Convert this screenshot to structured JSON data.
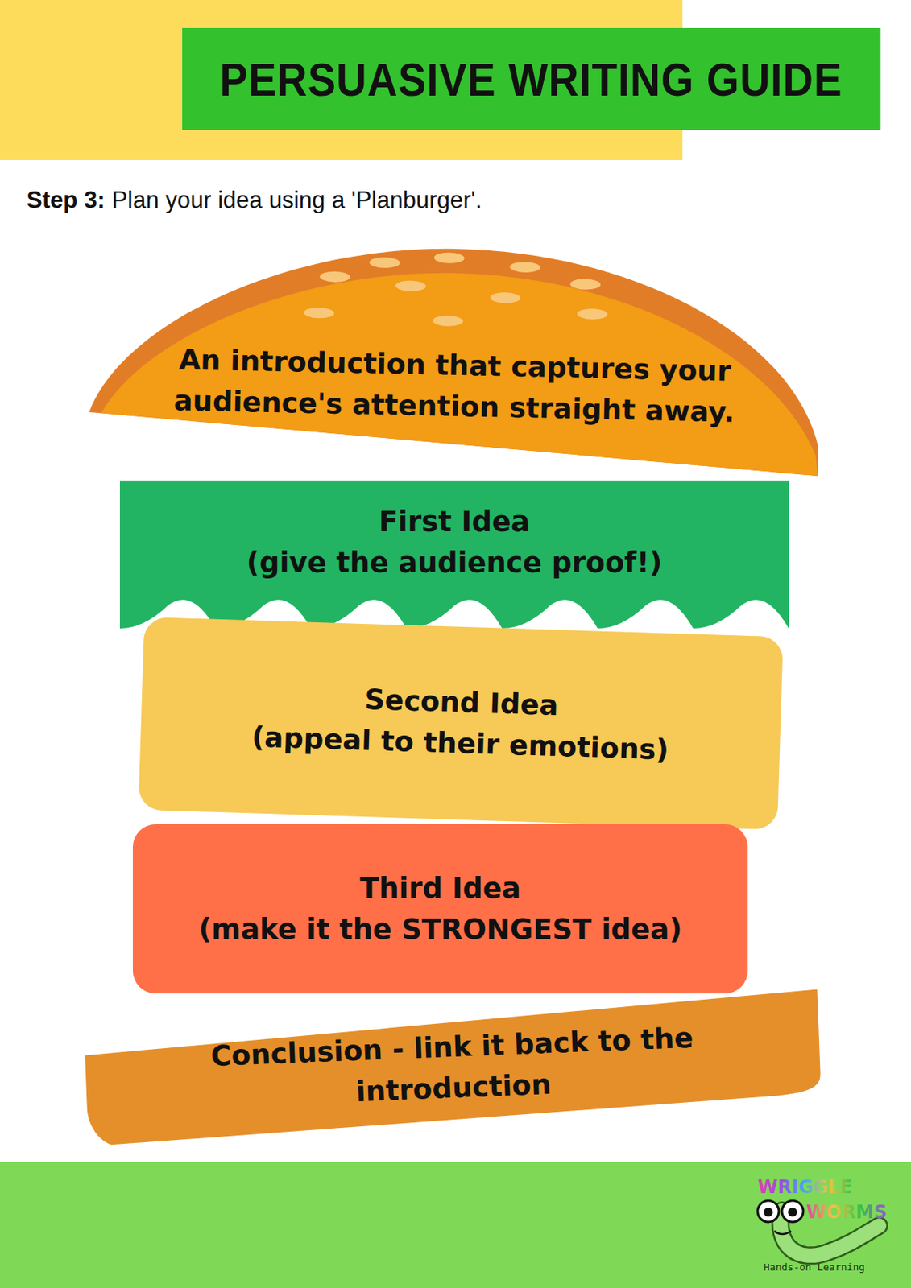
{
  "diagram": {
    "title": "PERSUASIVE WRITING GUIDE",
    "nodes": [
      {
        "text": [
          "An introduction that captures your audience's attention straight away."
        ]
      },
      {
        "text": [
          "First Idea",
          "(give the audience proof!)"
        ]
      },
      {
        "text": [
          "Second Idea",
          "(appeal to their emotions)"
        ]
      },
      {
        "text": [
          "Third Idea",
          "(make it the STRONGEST idea)"
        ]
      },
      {
        "text": [
          "Conclusion - link it back to the introduction"
        ]
      }
    ],
    "labels": [
      "Step 3:",
      "Plan your idea using a 'Planburger'.",
      "WRIGGLE",
      "WORMS",
      "Hands-on Learning"
    ]
  }
}
